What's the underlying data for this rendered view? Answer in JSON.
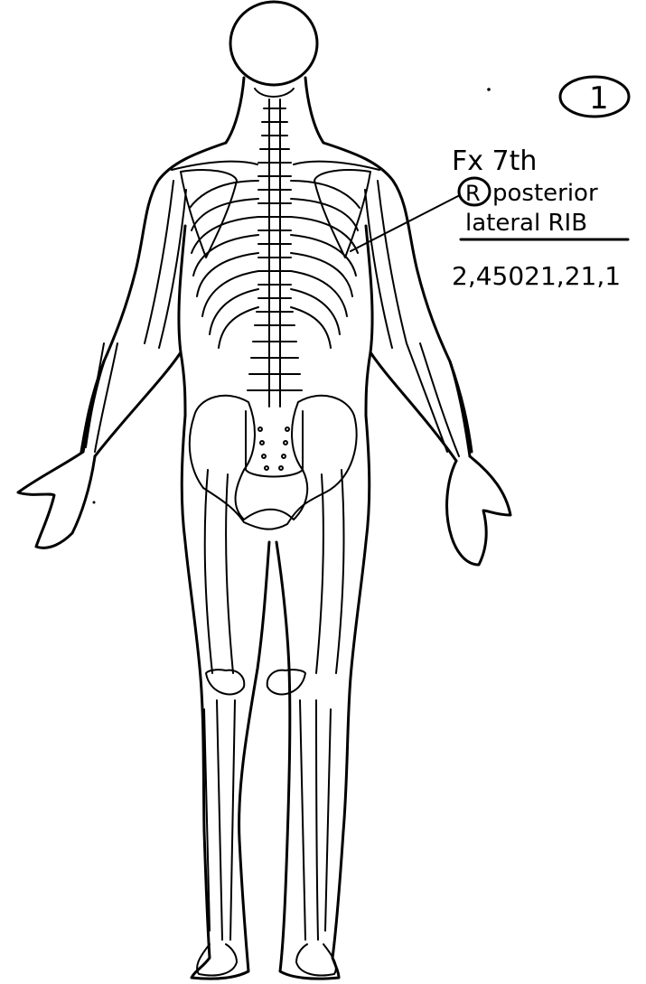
{
  "page_number": "1",
  "annotation": {
    "line1": "Fx 7th",
    "side_marker": "R",
    "line2": "posterior",
    "line3": "lateral RIB",
    "code": "2,45021,21,1"
  },
  "colors": {
    "ink": "#000000",
    "background": "#ffffff"
  }
}
